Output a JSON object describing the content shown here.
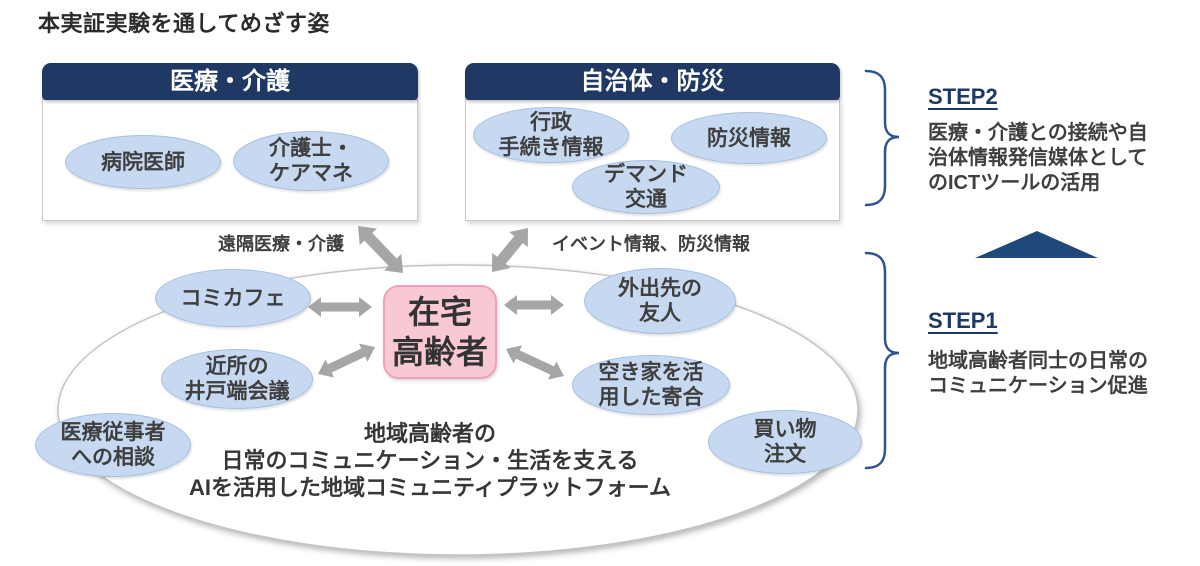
{
  "title": "本実証実験を通してめざす姿",
  "medical_box": {
    "header": "医療・介護",
    "items": [
      "病院医師",
      "介護士・\nケアマネ"
    ]
  },
  "government_box": {
    "header": "自治体・防災",
    "items": [
      "行政\n手続き情報",
      "防災情報",
      "デマンド\n交通"
    ]
  },
  "connection_labels": {
    "medical": "遠隔医療・介護",
    "government": "イベント情報、防災情報"
  },
  "center_user": "在宅\n高齢者",
  "community_nodes": [
    "コミカフェ",
    "近所の\n井戸端会議",
    "医療従事者\nへの相談",
    "外出先の\n友人",
    "空き家を活\n用した寄合",
    "買い物\n注文"
  ],
  "platform_caption": "地域高齢者の\n日常のコミュニケーション・生活を支える\nAIを活用した地域コミュニティプラットフォーム",
  "steps": {
    "step2": {
      "label": "STEP2",
      "description": "医療・介護との接続や自\n治体情報発信媒体として\nのICTツールの活用"
    },
    "step1": {
      "label": "STEP1",
      "description": "地域高齢者同士の日常の\nコミュニケーション促進"
    }
  },
  "colors": {
    "header_navy": "#1F3864",
    "node_fill": "#C7D9F0",
    "node_border": "#A5C0E5",
    "center_fill": "#F8C9D5",
    "center_border": "#F0A3B8",
    "arrow_gray": "#A6A6A6",
    "brace_navy": "#2E5395",
    "step_triangle_navy": "#20497B",
    "platform_outline": "#C4C4C4",
    "text_dark": "#3F3F3F"
  }
}
